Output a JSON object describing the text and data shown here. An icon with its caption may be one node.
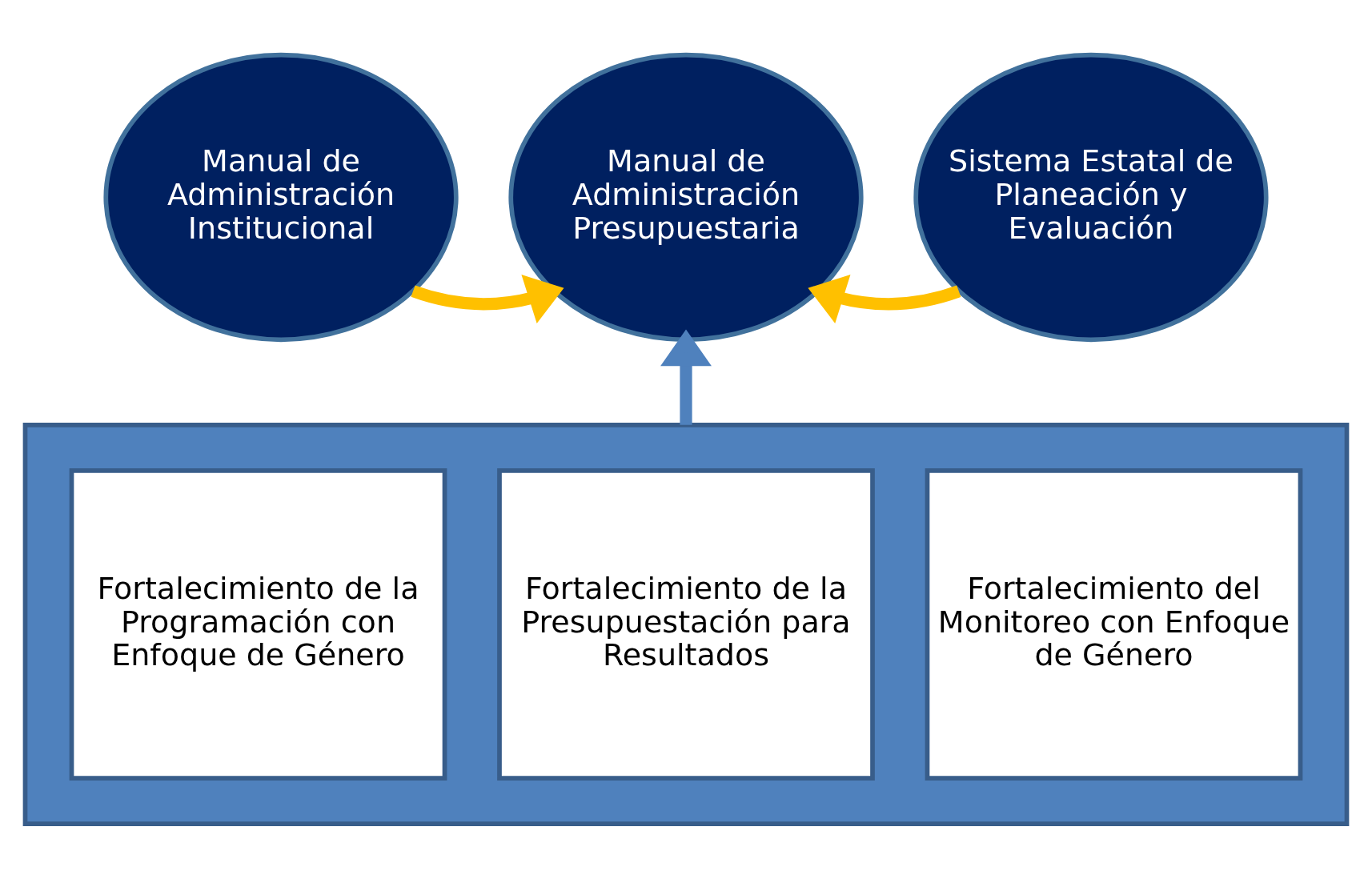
{
  "diagram": {
    "nodes": [
      {
        "text": [
          "Manual de Administración Institucional"
        ]
      },
      {
        "text": [
          "Manual de Administración Presupuestaria"
        ]
      },
      {
        "text": [
          "Sistema Estatal de Planeación y Evaluación"
        ]
      },
      {
        "text": [],
        "shape": "box"
      },
      {
        "text": [
          "Fortalecimiento de la Programación con Enfoque de Género"
        ],
        "in": 3
      },
      {
        "text": [
          "Fortalecimiento de la Presupuestación para Resultados"
        ],
        "in": 3
      },
      {
        "text": [
          "Fortalecimiento del Monitoreo con Enfoque de Género"
        ],
        "in": 3
      }
    ],
    "edges": [
      {
        "from": 0,
        "to": 1,
        "arrow": "to"
      },
      {
        "from": 2,
        "to": 1,
        "arrow": "to"
      },
      {
        "from": 3,
        "to": 1,
        "arrow": "to",
        "color": "#4f81bd"
      }
    ]
  }
}
